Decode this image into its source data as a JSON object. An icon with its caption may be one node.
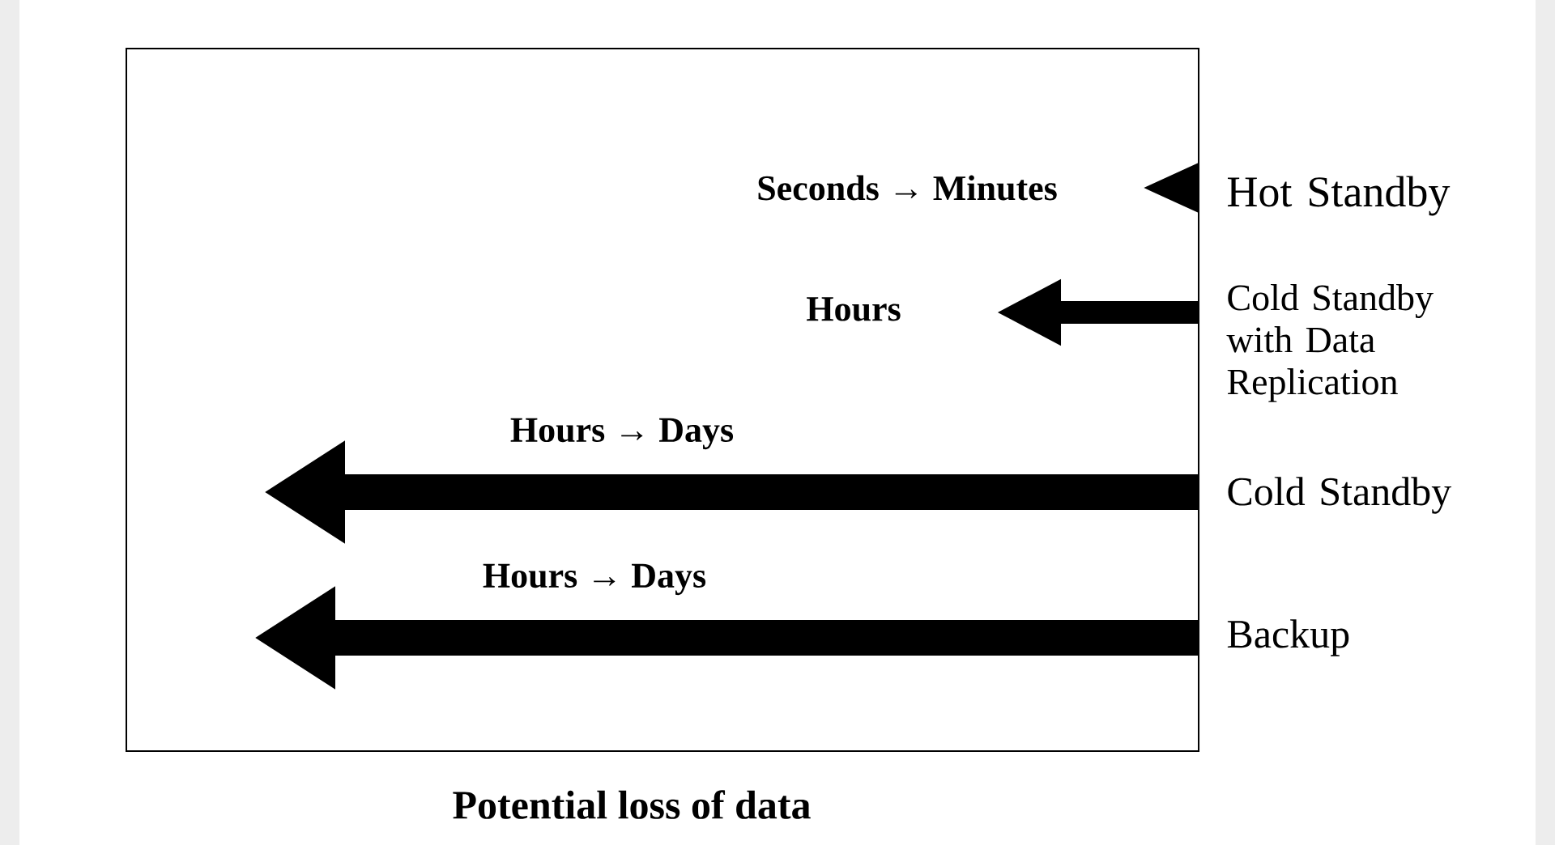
{
  "diagram": {
    "caption": "Potential loss of data",
    "nodes": [
      {
        "text": [
          "Hot Standby"
        ]
      },
      {
        "text": [
          "Cold Standby with Data Replication"
        ]
      },
      {
        "text": [
          "Cold Standby"
        ]
      },
      {
        "text": [
          "Backup"
        ]
      }
    ],
    "edges": [
      {
        "from": 0,
        "to": null,
        "arrow": "to",
        "label": "Seconds → Minutes"
      },
      {
        "from": 1,
        "to": null,
        "arrow": "to",
        "label": "Hours"
      },
      {
        "from": 2,
        "to": null,
        "arrow": "to",
        "label": "Hours → Days"
      },
      {
        "from": 3,
        "to": null,
        "arrow": "to",
        "label": "Hours → Days"
      }
    ]
  }
}
